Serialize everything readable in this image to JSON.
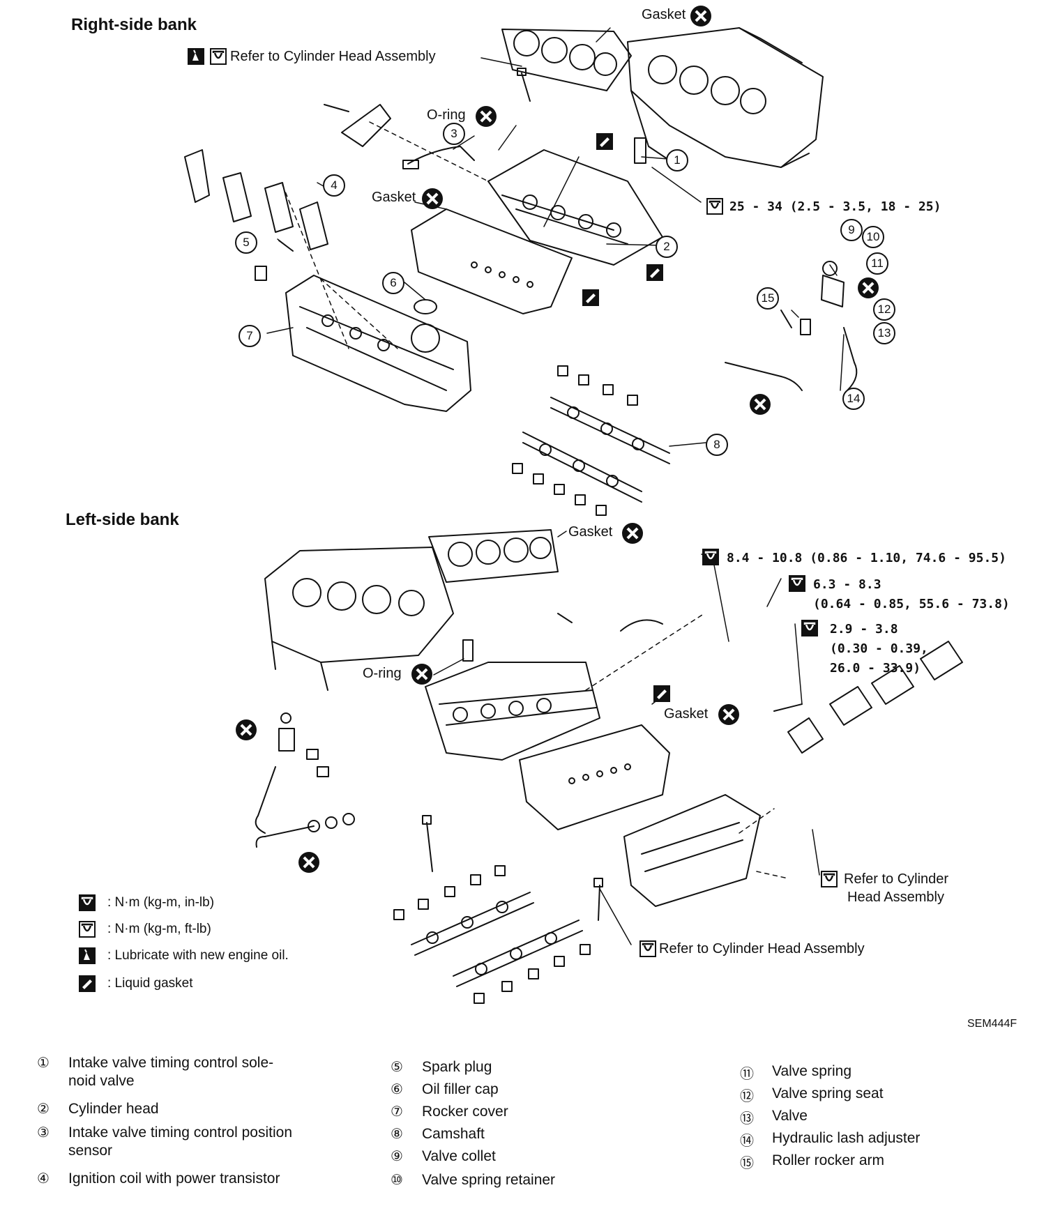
{
  "titles": {
    "right_bank": "Right-side bank",
    "left_bank": "Left-side bank"
  },
  "labels": {
    "refer_head_top": "Refer to Cylinder Head Assembly",
    "gasket": "Gasket",
    "o_ring": "O-ring",
    "refer_head_right_1": "Refer to Cylinder",
    "refer_head_right_2": "Head Assembly",
    "refer_head_bottom": "Refer to Cylinder Head Assembly"
  },
  "torque": {
    "t1": "25 - 34 (2.5 - 3.5, 18 - 25)",
    "t2": "8.4 - 10.8 (0.86 - 1.10, 74.6 - 95.5)",
    "t3_line1": "6.3 - 8.3",
    "t3_line2": "(0.64 - 0.85, 55.6 - 73.8)",
    "t4_line1": "2.9 - 3.8",
    "t4_line2": "(0.30 - 0.39,",
    "t4_line3": "26.0 - 33.9)"
  },
  "callouts": [
    "1",
    "2",
    "3",
    "4",
    "5",
    "6",
    "7",
    "8",
    "9",
    "10",
    "11",
    "12",
    "13",
    "14",
    "15"
  ],
  "legend": [
    {
      "icon": "torque-in-lb-icon",
      "text": ": N·m (kg-m, in-lb)"
    },
    {
      "icon": "torque-ft-lb-icon",
      "text": ": N·m (kg-m, ft-lb)"
    },
    {
      "icon": "oil-can-icon",
      "text": ": Lubricate with new engine oil."
    },
    {
      "icon": "liquid-gasket-icon",
      "text": ": Liquid gasket"
    }
  ],
  "figure_code": "SEM444F",
  "parts": [
    {
      "num": "①",
      "name": "Intake valve timing control sole-\nnoid valve"
    },
    {
      "num": "②",
      "name": "Cylinder head"
    },
    {
      "num": "③",
      "name": "Intake valve timing control position\nsensor"
    },
    {
      "num": "④",
      "name": "Ignition coil with power transistor"
    },
    {
      "num": "⑤",
      "name": "Spark plug"
    },
    {
      "num": "⑥",
      "name": "Oil filler cap"
    },
    {
      "num": "⑦",
      "name": "Rocker cover"
    },
    {
      "num": "⑧",
      "name": "Camshaft"
    },
    {
      "num": "⑨",
      "name": "Valve collet"
    },
    {
      "num": "⑩",
      "name": "Valve spring retainer"
    },
    {
      "num": "⑪",
      "name": "Valve spring"
    },
    {
      "num": "⑫",
      "name": "Valve spring seat"
    },
    {
      "num": "⑬",
      "name": "Valve"
    },
    {
      "num": "⑭",
      "name": "Hydraulic lash adjuster"
    },
    {
      "num": "⑮",
      "name": "Roller rocker arm"
    }
  ]
}
